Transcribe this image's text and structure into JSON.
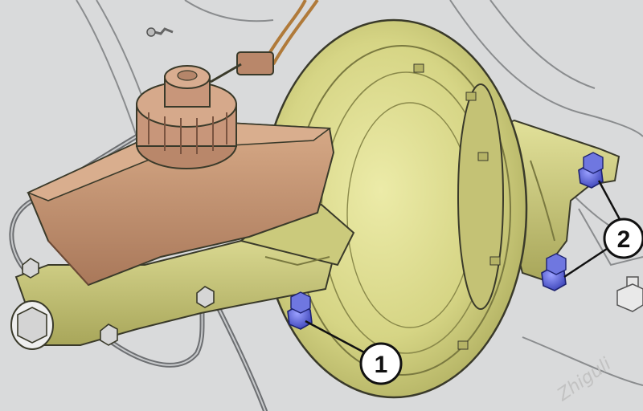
{
  "callouts": [
    {
      "label": "1",
      "target": "booster-mounting-nut"
    },
    {
      "label": "2",
      "target": "bracket-mounting-nuts"
    }
  ],
  "watermark": "Zhiguli",
  "colors": {
    "background": "#d9dadb",
    "booster": "#d8d78a",
    "reservoir": "#c89a78",
    "master_cylinder": "#d8d78a",
    "nuts": "#5a62d8",
    "outline": "#3a3a2a",
    "callout_fill": "#ffffff"
  }
}
